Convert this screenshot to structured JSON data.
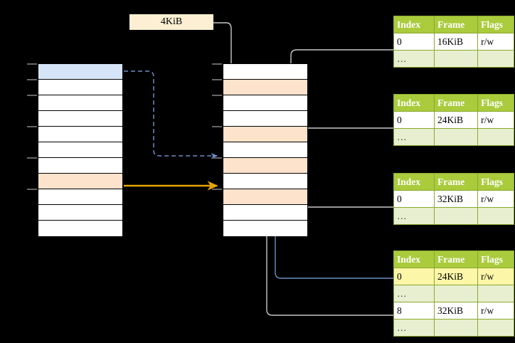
{
  "diagram": {
    "title": "page-table-walk-diagram",
    "background": "#000000",
    "page_size_label": "4KiB",
    "colors": {
      "header_green": "#aacb3c",
      "ellipsis_green": "#e8efd0",
      "highlight_yellow": "#fbf6a8",
      "row_blue": "#d6e4f7",
      "row_orange": "#fde2cc",
      "label_cream": "#fdefd3",
      "arrow_orange": "#e8a300",
      "arrow_blue": "#6b8fc4",
      "arrow_gray": "#c9c9c9"
    }
  },
  "virtual_memory_column": {
    "name": "virtual-address-space",
    "row_count": 11,
    "rows": [
      {
        "index": 0,
        "fill": "blue",
        "label": ""
      },
      {
        "index": 1,
        "fill": "white",
        "label": ""
      },
      {
        "index": 2,
        "fill": "white",
        "label": ""
      },
      {
        "index": 3,
        "fill": "white",
        "label": ""
      },
      {
        "index": 4,
        "fill": "white",
        "label": ""
      },
      {
        "index": 5,
        "fill": "white",
        "label": ""
      },
      {
        "index": 6,
        "fill": "white",
        "label": ""
      },
      {
        "index": 7,
        "fill": "orange",
        "label": ""
      },
      {
        "index": 8,
        "fill": "white",
        "label": ""
      },
      {
        "index": 9,
        "fill": "white",
        "label": ""
      },
      {
        "index": 10,
        "fill": "white",
        "label": ""
      }
    ]
  },
  "physical_memory_column": {
    "name": "physical-address-space",
    "row_count": 11,
    "rows": [
      {
        "index": 0,
        "fill": "white",
        "label": ""
      },
      {
        "index": 1,
        "fill": "orange",
        "label": ""
      },
      {
        "index": 2,
        "fill": "white",
        "label": ""
      },
      {
        "index": 3,
        "fill": "white",
        "label": ""
      },
      {
        "index": 4,
        "fill": "orange",
        "label": ""
      },
      {
        "index": 5,
        "fill": "white",
        "label": ""
      },
      {
        "index": 6,
        "fill": "orange",
        "label": ""
      },
      {
        "index": 7,
        "fill": "white",
        "label": ""
      },
      {
        "index": 8,
        "fill": "orange",
        "label": ""
      },
      {
        "index": 9,
        "fill": "white",
        "label": ""
      },
      {
        "index": 10,
        "fill": "white",
        "label": ""
      }
    ]
  },
  "page_tables": [
    {
      "name": "page-table-1",
      "headers": [
        "Index",
        "Frame",
        "Flags"
      ],
      "rows": [
        {
          "cells": [
            "0",
            "16KiB",
            "r/w"
          ],
          "style": "normal",
          "highlight": [
            false,
            false,
            false
          ]
        },
        {
          "cells": [
            "…",
            "",
            ""
          ],
          "style": "ellipsis",
          "highlight": [
            false,
            false,
            false
          ]
        }
      ]
    },
    {
      "name": "page-table-2",
      "headers": [
        "Index",
        "Frame",
        "Flags"
      ],
      "rows": [
        {
          "cells": [
            "0",
            "24KiB",
            "r/w"
          ],
          "style": "normal",
          "highlight": [
            false,
            false,
            false
          ]
        },
        {
          "cells": [
            "…",
            "",
            ""
          ],
          "style": "ellipsis",
          "highlight": [
            false,
            false,
            false
          ]
        }
      ]
    },
    {
      "name": "page-table-3",
      "headers": [
        "Index",
        "Frame",
        "Flags"
      ],
      "rows": [
        {
          "cells": [
            "0",
            "32KiB",
            "r/w"
          ],
          "style": "normal",
          "highlight": [
            false,
            false,
            false
          ]
        },
        {
          "cells": [
            "…",
            "",
            ""
          ],
          "style": "ellipsis",
          "highlight": [
            false,
            false,
            false
          ]
        }
      ]
    },
    {
      "name": "page-table-4",
      "headers": [
        "Index",
        "Frame",
        "Flags"
      ],
      "rows": [
        {
          "cells": [
            "0",
            "24KiB",
            "r/w"
          ],
          "style": "normal",
          "highlight": [
            true,
            true,
            true
          ]
        },
        {
          "cells": [
            "…",
            "",
            ""
          ],
          "style": "ellipsis",
          "highlight": [
            false,
            false,
            false
          ]
        },
        {
          "cells": [
            "8",
            "32KiB",
            "r/w"
          ],
          "style": "normal",
          "highlight": [
            false,
            false,
            false
          ]
        },
        {
          "cells": [
            "…",
            "",
            ""
          ],
          "style": "ellipsis",
          "highlight": [
            false,
            false,
            false
          ]
        }
      ]
    }
  ],
  "connectors": [
    {
      "name": "page-size-to-physical-row-1",
      "kind": "gray-solid"
    },
    {
      "name": "virtual-row-0-to-physical-row-6",
      "kind": "blue-dashed"
    },
    {
      "name": "virtual-row-7-to-physical-row-8",
      "kind": "orange-solid"
    },
    {
      "name": "table-1-frame-to-physical-row-4",
      "kind": "gray-solid"
    },
    {
      "name": "table-2-frame-to-physical-row-6",
      "kind": "gray-solid"
    },
    {
      "name": "table-3-frame-to-physical-row-8",
      "kind": "gray-solid"
    },
    {
      "name": "table-4-row-0-to-physical-row-6",
      "kind": "blue-solid"
    },
    {
      "name": "table-4-row-8-to-physical-row-8",
      "kind": "gray-solid"
    }
  ]
}
